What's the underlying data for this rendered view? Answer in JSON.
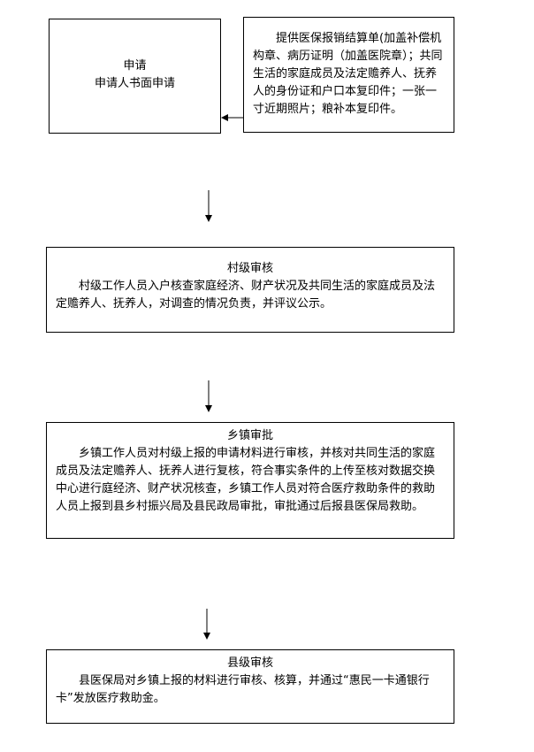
{
  "apply": {
    "title": "申请",
    "subtitle": "申请人书面申请"
  },
  "materials": {
    "text": "提供医保报销结算单(加盖补偿机构章、病历证明（加盖医院章）；共同生活的家庭成员及法定赡养人、抚养人的身份证和户口本复印件；一张一寸近期照片；粮补本复印件。"
  },
  "village": {
    "title": "村级审核",
    "text": "村级工作人员入户核查家庭经济、财产状况及共同生活的家庭成员及法定赡养人、抚养人，对调查的情况负责，并评议公示。"
  },
  "town": {
    "title": "乡镇审批",
    "text": "乡镇工作人员对村级上报的申请材料进行审核，并核对共同生活的家庭成员及法定赡养人、抚养人进行复核，符合事实条件的上传至核对数据交换中心进行庭经济、财产状况核查，乡镇工作人员对符合医疗救助条件的救助人员上报到县乡村振兴局及县民政局审批，审批通过后报县医保局救助。"
  },
  "county": {
    "title": "县级审核",
    "text": "县医保局对乡镇上报的材料进行审核、核算，并通过“惠民一卡通银行卡”发放医疗救助金。"
  }
}
